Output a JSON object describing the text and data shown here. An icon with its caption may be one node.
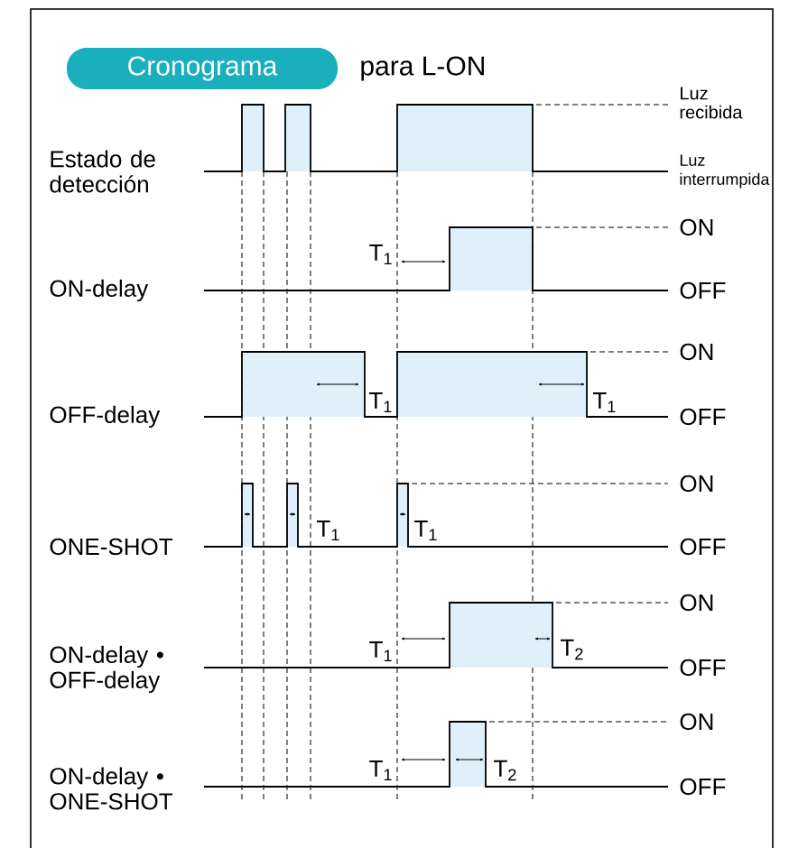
{
  "diagram": {
    "nodes": [
      {
        "text": [
          "Cronograma"
        ]
      }
    ],
    "labels": [
      "para L-ON",
      "Luz recibida",
      "Estado de detección",
      "Luz interrumpida",
      "ON",
      "T$_{1}$",
      "ON-delay",
      "OFF",
      "ON",
      "T$_{1}$",
      "T$_{1}$",
      "OFF-delay",
      "OFF",
      "ON",
      "T$_{1}$",
      "T$_{1}$",
      "ONE-SHOT",
      "OFF",
      "ON",
      "T$_{1}$",
      "ON-delay • OFF-delay",
      "T$_{2}$",
      "OFF",
      "ON",
      "T$_{1}$",
      "ON-delay • ONE-SHOT",
      "T$_{2}$",
      "OFF"
    ]
  }
}
